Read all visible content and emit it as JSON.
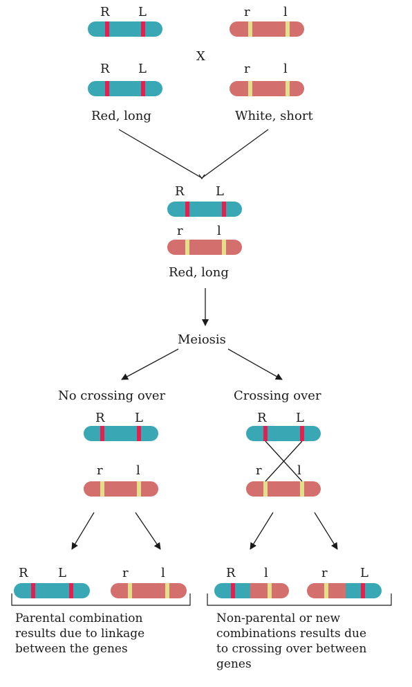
{
  "colors": {
    "teal": "#3aa8b4",
    "salmon": "#d36f6c",
    "red_band": "#e3204f",
    "yellow_band": "#e3df8b",
    "line": "#1a1a1a"
  },
  "parents": {
    "dominant_labels": [
      "R",
      "L"
    ],
    "recessive_labels": [
      "r",
      "l"
    ],
    "cross_symbol": "X",
    "left_phenotype": "Red, long",
    "right_phenotype": "White, short"
  },
  "f1": {
    "top_labels": [
      "R",
      "L"
    ],
    "bottom_labels": [
      "r",
      "l"
    ],
    "phenotype": "Red, long"
  },
  "meiosis_label": "Meiosis",
  "no_crossing": {
    "title": "No crossing over",
    "top_labels": [
      "R",
      "L"
    ],
    "bottom_labels": [
      "r",
      "l"
    ],
    "gamete1_labels": [
      "R",
      "L"
    ],
    "gamete2_labels": [
      "r",
      "l"
    ],
    "caption": [
      "Parental combination",
      "results due to linkage",
      "between the genes"
    ]
  },
  "crossing": {
    "title": "Crossing over",
    "top_labels": [
      "R",
      "L"
    ],
    "bottom_labels": [
      "r",
      "l"
    ],
    "gamete1_labels": [
      "R",
      "l"
    ],
    "gamete2_labels": [
      "r",
      "L"
    ],
    "caption": [
      "Non-parental or new",
      "combinations results due",
      "to crossing over between",
      "genes"
    ]
  }
}
